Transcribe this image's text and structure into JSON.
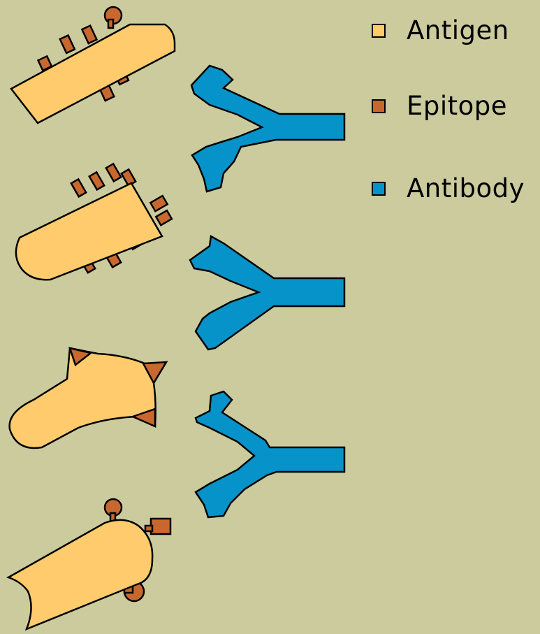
{
  "legend": {
    "antigen": {
      "label": "Antigen",
      "color": "#ffcb6c"
    },
    "epitope": {
      "label": "Epitope",
      "color": "#c8682f"
    },
    "antibody": {
      "label": "Antibody",
      "color": "#0693c9"
    }
  },
  "colors": {
    "background": "#cbcb9e"
  }
}
